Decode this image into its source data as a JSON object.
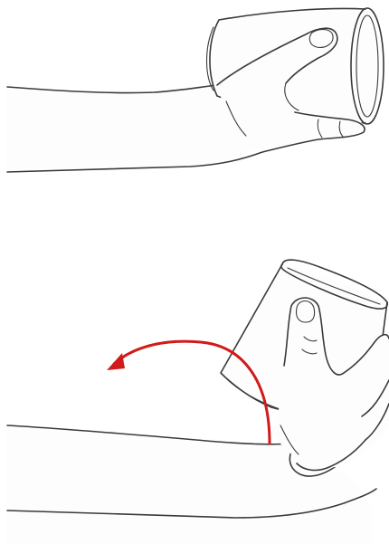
{
  "colors": {
    "background": "#ffffff",
    "line": "#3a3a3a",
    "arrow": "#d11a1a",
    "fill": "#fdfdfd"
  },
  "figures": [
    {
      "name": "panel-top",
      "icon": "forearm-holding-cup-horizontal"
    },
    {
      "name": "panel-bottom",
      "icon": "forearm-rotating-cup-upright"
    }
  ],
  "arrow_icon": "curved-rotation-arrow"
}
